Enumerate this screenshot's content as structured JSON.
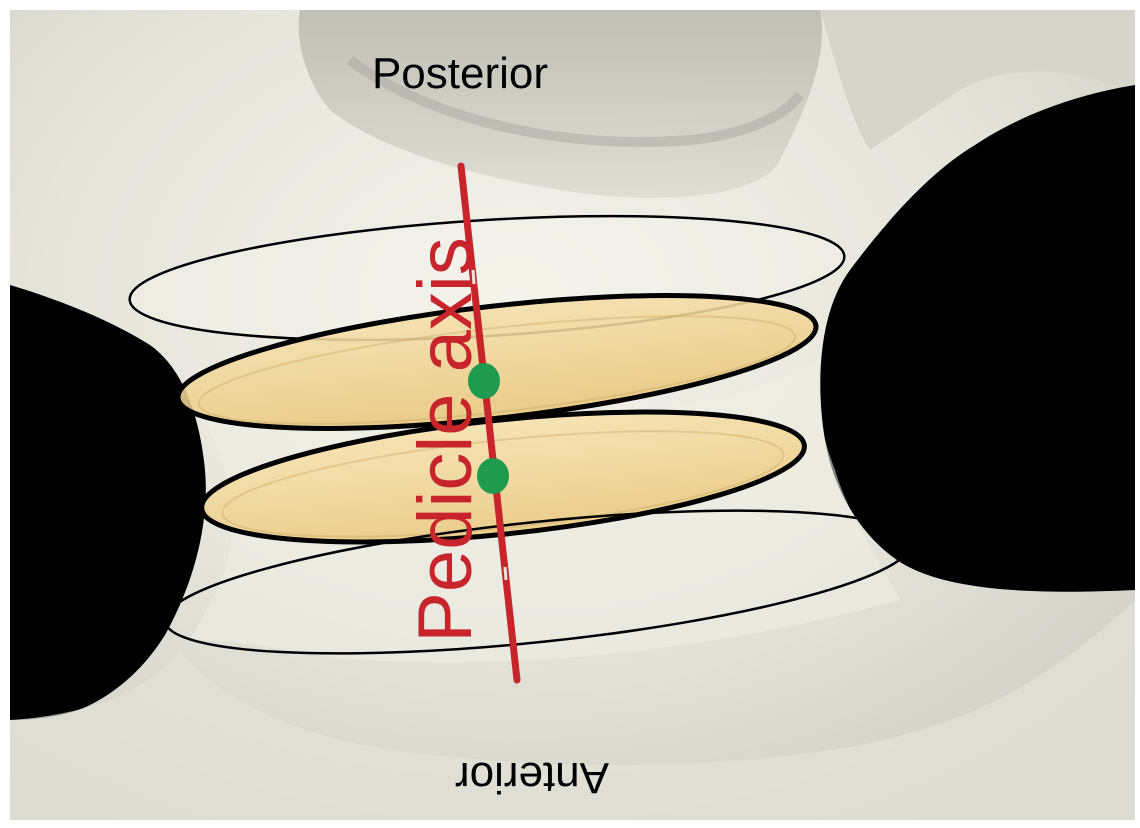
{
  "labels": {
    "top": "Posterior",
    "bottom": "Anterior",
    "axis": "Pedicle axis"
  },
  "colors": {
    "axis_red": "#c8242b",
    "center_green": "#1f9a4e",
    "cross_section_fill": "#f0d595",
    "bone_light": "#ecebe2",
    "bone_mid": "#c9c9bf",
    "bone_shadow": "#9d9d95",
    "background_dark": "#000000",
    "outline": "#000000"
  }
}
